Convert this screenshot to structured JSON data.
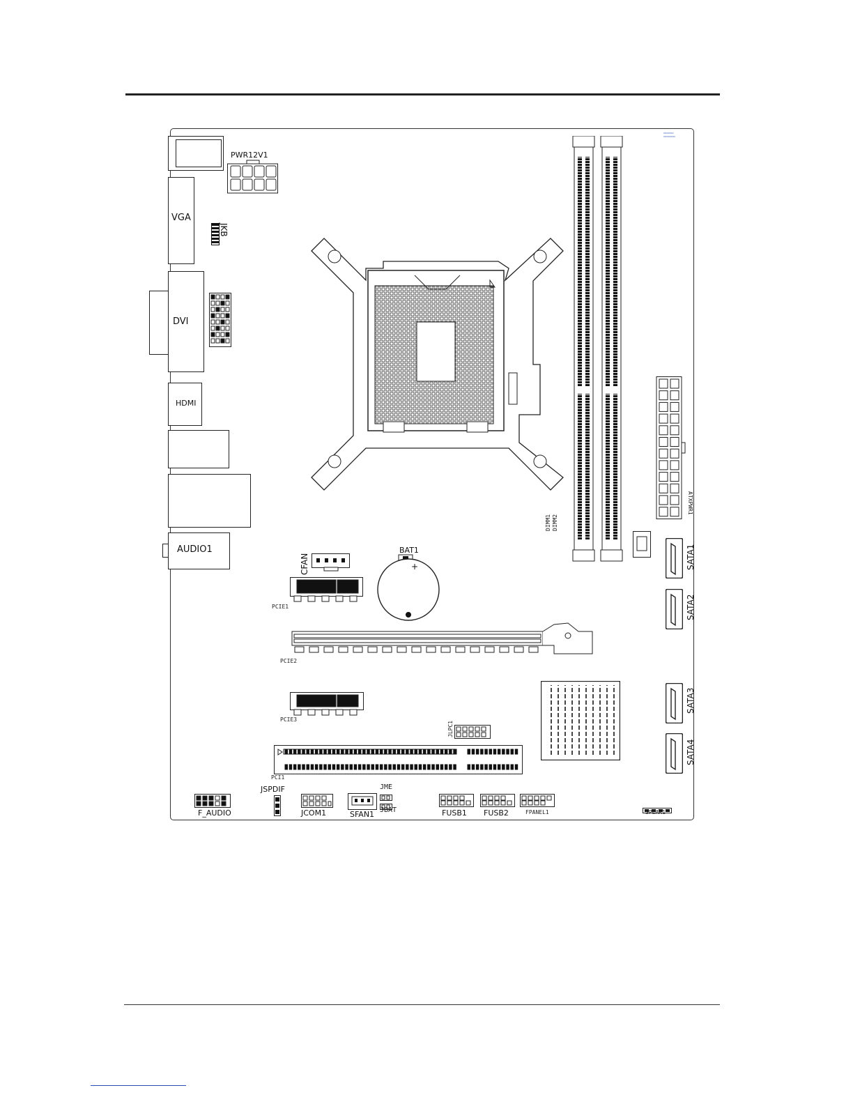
{
  "labels": {
    "pwr12v1": "PWR12V1",
    "vga": "VGA",
    "jkb": "JKB",
    "dvi": "DVI",
    "hdmi": "HDMI",
    "audio1": "AUDIO1",
    "cfan": "CFAN",
    "bat1": "BAT1",
    "bat_plus": "+",
    "pcie1": "PCIE1",
    "pcie2": "PCIE2",
    "pcie3": "PCIE3",
    "pci1": "PCI1",
    "jlpc1": "JLPC1",
    "dimm1": "DIMM1",
    "dimm2": "DIMM2",
    "atxpwr1": "ATXPWR1",
    "sata1": "SATA1",
    "sata2": "SATA2",
    "sata3": "SATA3",
    "sata4": "SATA4",
    "f_audio": "F_AUDIO",
    "jspdif": "JSPDIF",
    "jcom1": "JCOM1",
    "sfan1": "SFAN1",
    "jme": "JME",
    "jbat": "JBAT",
    "fusb1": "FUSB1",
    "fusb2": "FUSB2",
    "fpanel1": "FPANEL1",
    "speak1": "SPEAK1"
  },
  "colors": {
    "line": "#222222",
    "accent_link": "#2a4dbb"
  }
}
